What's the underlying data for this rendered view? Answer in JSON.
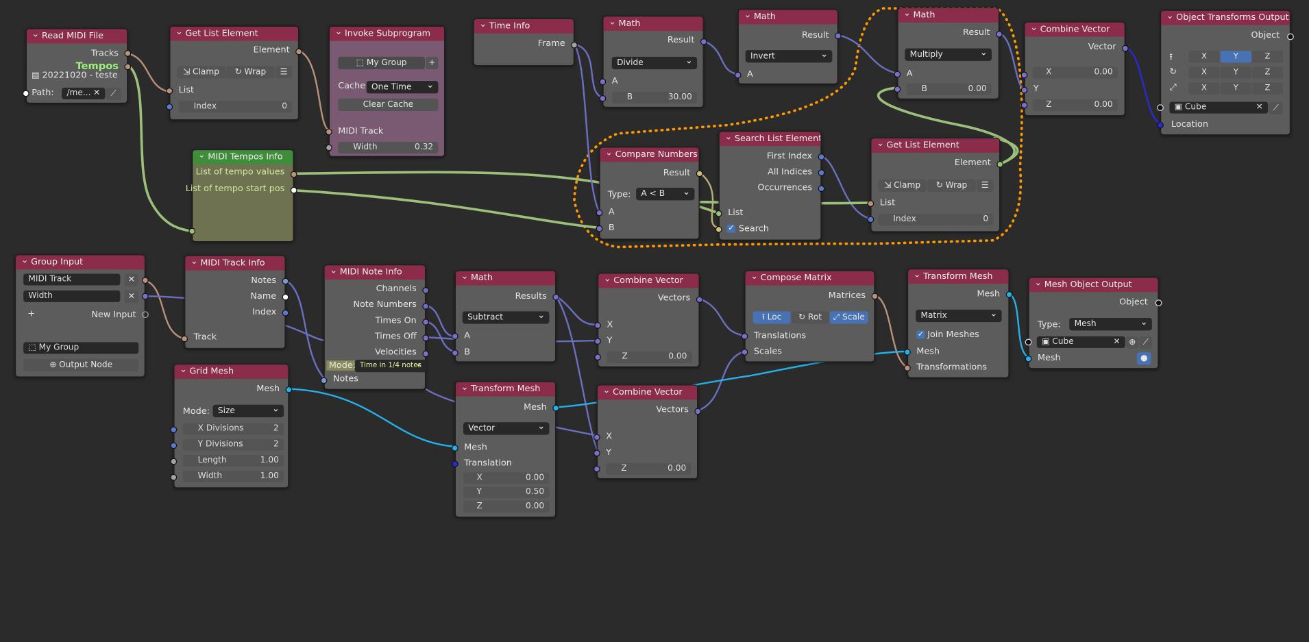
{
  "nodes": {
    "read_midi": {
      "title": "Read MIDI File",
      "tracks": "Tracks",
      "tempos": "Tempos",
      "file_name": "20221020 - teste",
      "path_label": "Path:",
      "path_value": "/me..."
    },
    "get_list_element_1": {
      "title": "Get List Element",
      "element": "Element",
      "clamp": "Clamp",
      "wrap": "Wrap",
      "list": "List",
      "index_label": "Index",
      "index_value": "0"
    },
    "invoke_subprogram": {
      "title": "Invoke Subprogram",
      "group": "My Group",
      "cache_label": "Cache",
      "cache_value": "One Time",
      "clear_cache": "Clear Cache",
      "midi_track": "MIDI Track",
      "width_label": "Width",
      "width_value": "0.32"
    },
    "time_info": {
      "title": "Time Info",
      "frame": "Frame"
    },
    "math_divide": {
      "title": "Math",
      "result": "Result",
      "operation": "Divide",
      "a": "A",
      "b_label": "B",
      "b_value": "30.00"
    },
    "math_invert": {
      "title": "Math",
      "result": "Result",
      "operation": "Invert",
      "a": "A"
    },
    "math_multiply": {
      "title": "Math",
      "result": "Result",
      "operation": "Multiply",
      "a": "A",
      "b_label": "B",
      "b_value": "0.00"
    },
    "combine_vector_top": {
      "title": "Combine Vector",
      "vector": "Vector",
      "x_label": "X",
      "x_value": "0.00",
      "y": "Y",
      "z_label": "Z",
      "z_value": "0.00"
    },
    "object_transforms_output": {
      "title": "Object Transforms Output",
      "object": "Object",
      "axes": [
        "X",
        "Y",
        "Z"
      ],
      "object_value": "Cube",
      "location": "Location"
    },
    "midi_tempos_info": {
      "title": "MIDI Tempos Info",
      "values": "List of tempo values",
      "start_pos": "List of tempo start pos"
    },
    "compare_numbers": {
      "title": "Compare Numbers",
      "result": "Result",
      "type_label": "Type:",
      "type_value": "A < B",
      "a": "A",
      "b": "B"
    },
    "search_list_element": {
      "title": "Search List Element",
      "first_index": "First Index",
      "all_indices": "All Indices",
      "occurrences": "Occurrences",
      "list": "List",
      "search": "Search"
    },
    "get_list_element_2": {
      "title": "Get List Element",
      "element": "Element",
      "clamp": "Clamp",
      "wrap": "Wrap",
      "list": "List",
      "index_label": "Index",
      "index_value": "0"
    },
    "group_input": {
      "title": "Group Input",
      "midi_track": "MIDI Track",
      "width": "Width",
      "new_input": "New Input",
      "group": "My Group",
      "output_node": "Output Node"
    },
    "midi_track_info": {
      "title": "MIDI Track Info",
      "notes": "Notes",
      "name": "Name",
      "index": "Index",
      "track": "Track"
    },
    "midi_note_info": {
      "title": "MIDI Note Info",
      "channels": "Channels",
      "note_numbers": "Note Numbers",
      "times_on": "Times On",
      "times_off": "Times Off",
      "velocities": "Velocities",
      "mode_label": "Mode:",
      "mode_value": "Time in 1/4 notes",
      "notes": "Notes"
    },
    "math_subtract": {
      "title": "Math",
      "results": "Results",
      "operation": "Subtract",
      "a": "A",
      "b": "B"
    },
    "combine_vector_mid": {
      "title": "Combine Vector",
      "vectors": "Vectors",
      "x": "X",
      "y": "Y",
      "z_label": "Z",
      "z_value": "0.00"
    },
    "compose_matrix": {
      "title": "Compose Matrix",
      "matrices": "Matrices",
      "loc": "Loc",
      "rot": "Rot",
      "scale": "Scale",
      "translations": "Translations",
      "scales": "Scales"
    },
    "transform_mesh_right": {
      "title": "Transform Mesh",
      "mesh_out": "Mesh",
      "mode": "Matrix",
      "join_meshes": "Join Meshes",
      "mesh_in": "Mesh",
      "transformations": "Transformations"
    },
    "mesh_object_output": {
      "title": "Mesh Object Output",
      "object": "Object",
      "type_label": "Type:",
      "type_value": "Mesh",
      "object_value": "Cube",
      "mesh": "Mesh"
    },
    "grid_mesh": {
      "title": "Grid Mesh",
      "mesh": "Mesh",
      "mode_label": "Mode:",
      "mode_value": "Size",
      "x_div_label": "X Divisions",
      "x_div_value": "2",
      "y_div_label": "Y Divisions",
      "y_div_value": "2",
      "length_label": "Length",
      "length_value": "1.00",
      "width_label": "Width",
      "width_value": "1.00"
    },
    "transform_mesh_mid": {
      "title": "Transform Mesh",
      "mesh_out": "Mesh",
      "mode": "Vector",
      "mesh_in": "Mesh",
      "translation": "Translation",
      "x_label": "X",
      "x_value": "0.00",
      "y_label": "Y",
      "y_value": "0.50",
      "z_label": "Z",
      "z_value": "0.00"
    },
    "combine_vector_bottom": {
      "title": "Combine Vector",
      "vectors": "Vectors",
      "x": "X",
      "y": "Y",
      "z_label": "Z",
      "z_value": "0.00"
    }
  },
  "colors": {
    "background": "#2b2b2b",
    "header_red": "#8b2c4a",
    "header_green": "#3f8c3a",
    "selection_dots": "#ff9900",
    "geometry_link": "#25b0e8",
    "list_link": "#9cbf7a"
  }
}
